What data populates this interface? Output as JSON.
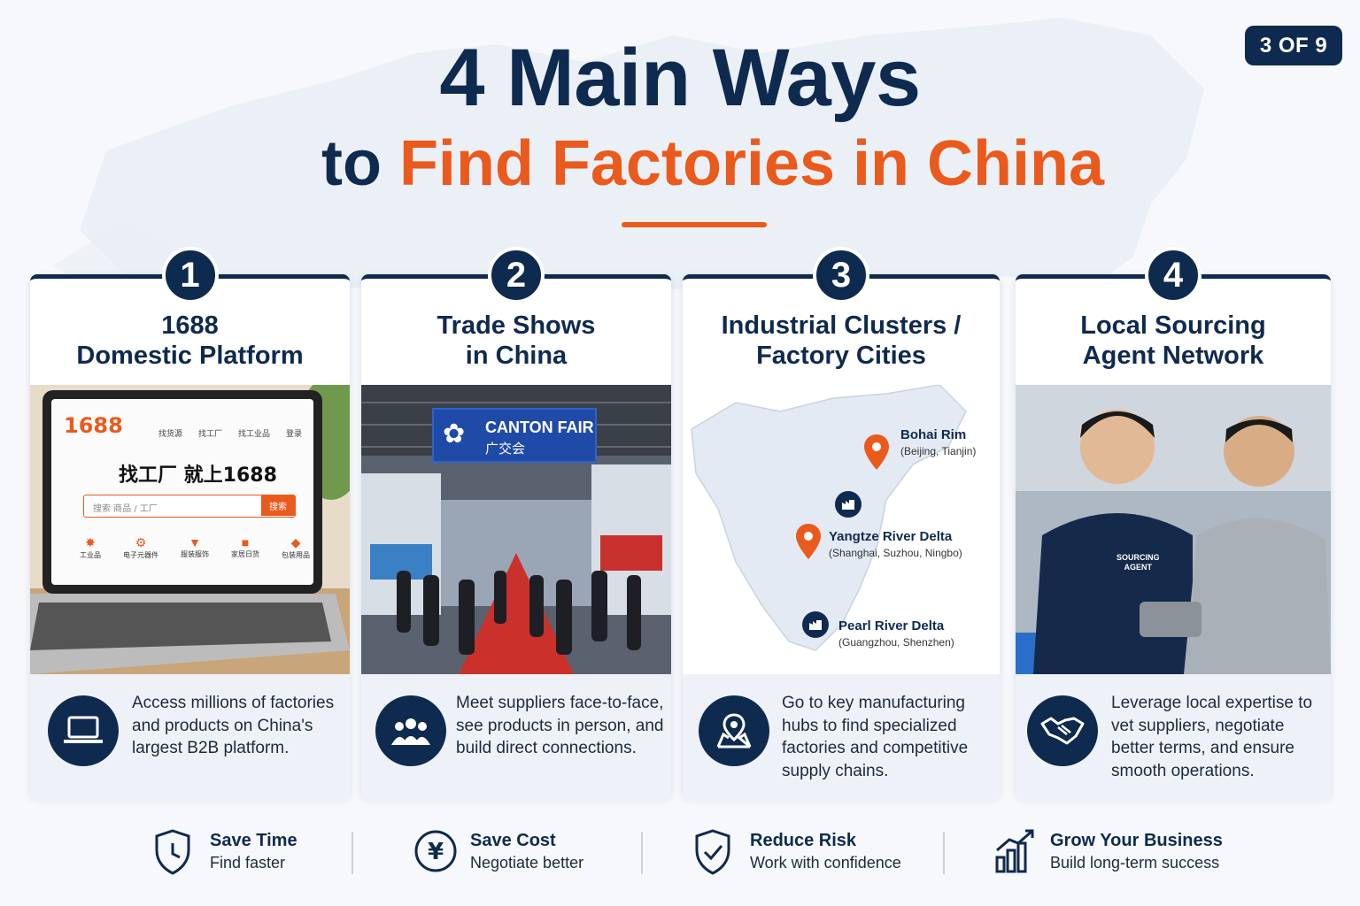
{
  "badge": "3 OF 9",
  "title": {
    "line1": "4 Main Ways",
    "line2_prefix": "to",
    "line2_highlight": "Find Factories in China"
  },
  "colors": {
    "navy": "#0f2a4f",
    "orange": "#ea5a1c",
    "panel": "#eef2f8"
  },
  "cards": [
    {
      "number": "1",
      "title_line1": "1688",
      "title_line2": "Domestic Platform",
      "description": "Access millions of factories and products on China's largest B2B platform.",
      "icon": "laptop-icon",
      "photo": {
        "logo": "1688",
        "nav": [
          "找货源",
          "找工厂",
          "找工业品",
          "登录"
        ],
        "headline": "找工厂 就上1688",
        "search_placeholder": "搜索 商品 / 工厂",
        "search_button": "搜索",
        "categories": [
          "工业品",
          "电子元器件",
          "服装服饰",
          "家居日货",
          "包装用品"
        ]
      }
    },
    {
      "number": "2",
      "title_line1": "Trade Shows",
      "title_line2": "in China",
      "description": "Meet suppliers face-to-face, see products in person, and build direct connections.",
      "icon": "people-group-icon",
      "photo": {
        "banner_en": "CANTON FAIR",
        "banner_cn": "广交会"
      }
    },
    {
      "number": "3",
      "title_line1": "Industrial Clusters /",
      "title_line2": "Factory Cities",
      "description": "Go to key manufacturing hubs to find specialized factories and competitive supply chains.",
      "icon": "map-pin-icon",
      "photo": {
        "clusters": [
          {
            "name": "Bohai Rim",
            "cities": "(Beijing, Tianjin)",
            "marker": "pin"
          },
          {
            "name": "",
            "cities": "",
            "marker": "factory"
          },
          {
            "name": "Yangtze River Delta",
            "cities": "(Shanghai, Suzhou, Ningbo)",
            "marker": "pin"
          },
          {
            "name": "Pearl River Delta",
            "cities": "(Guangzhou, Shenzhen)",
            "marker": "factory"
          }
        ]
      }
    },
    {
      "number": "4",
      "title_line1": "Local Sourcing",
      "title_line2": "Agent Network",
      "description": "Leverage local expertise to vet suppliers, negotiate better terms, and ensure smooth operations.",
      "icon": "handshake-icon",
      "photo": {
        "shirt_label_1": "SOURCING",
        "shirt_label_2": "AGENT"
      }
    }
  ],
  "benefits": [
    {
      "title": "Save Time",
      "subtitle": "Find faster",
      "icon": "shield-clock-icon"
    },
    {
      "title": "Save Cost",
      "subtitle": "Negotiate better",
      "icon": "yen-coin-icon"
    },
    {
      "title": "Reduce Risk",
      "subtitle": "Work with confidence",
      "icon": "shield-check-icon"
    },
    {
      "title": "Grow Your Business",
      "subtitle": "Build long-term success",
      "icon": "growth-chart-icon"
    }
  ]
}
